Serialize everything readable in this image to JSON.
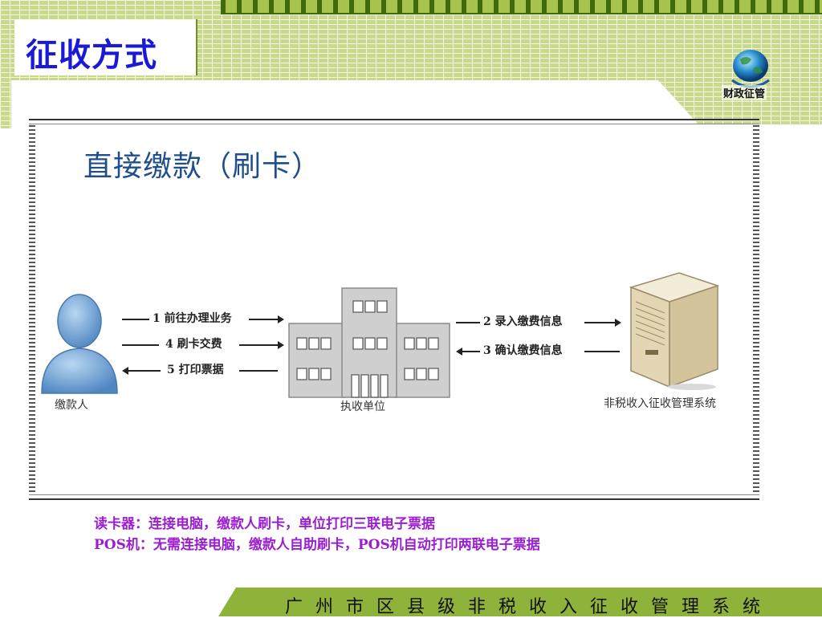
{
  "slide": {
    "title": "征收方式",
    "logo_text": "财政征管",
    "diagram_title": "直接缴款（刷卡）"
  },
  "diagram": {
    "actors": {
      "payer": "缴款人",
      "unit": "执收单位",
      "system": "非税收入征收管理系统"
    },
    "steps": [
      {
        "num": "1",
        "text": "前往办理业务"
      },
      {
        "num": "4",
        "text": "刷卡交费"
      },
      {
        "num": "5",
        "text": "打印票据"
      },
      {
        "num": "2",
        "text": "录入缴费信息"
      },
      {
        "num": "3",
        "text": "确认缴费信息"
      }
    ]
  },
  "notes": [
    "读卡器：连接电脑，缴款人刷卡，单位打印三联电子票据",
    "POS机：无需连接电脑，缴款人自助刷卡，POS机自动打印两联电子票据"
  ],
  "footer": {
    "text": "广州市区县级非税收入征收管理系统"
  },
  "colors": {
    "title": "#1a1ad6",
    "notes": "#9b1fd0",
    "footer_bar": "#8fb23a",
    "brick": "#c8d88c",
    "diagram_title": "#1f4e8c"
  }
}
